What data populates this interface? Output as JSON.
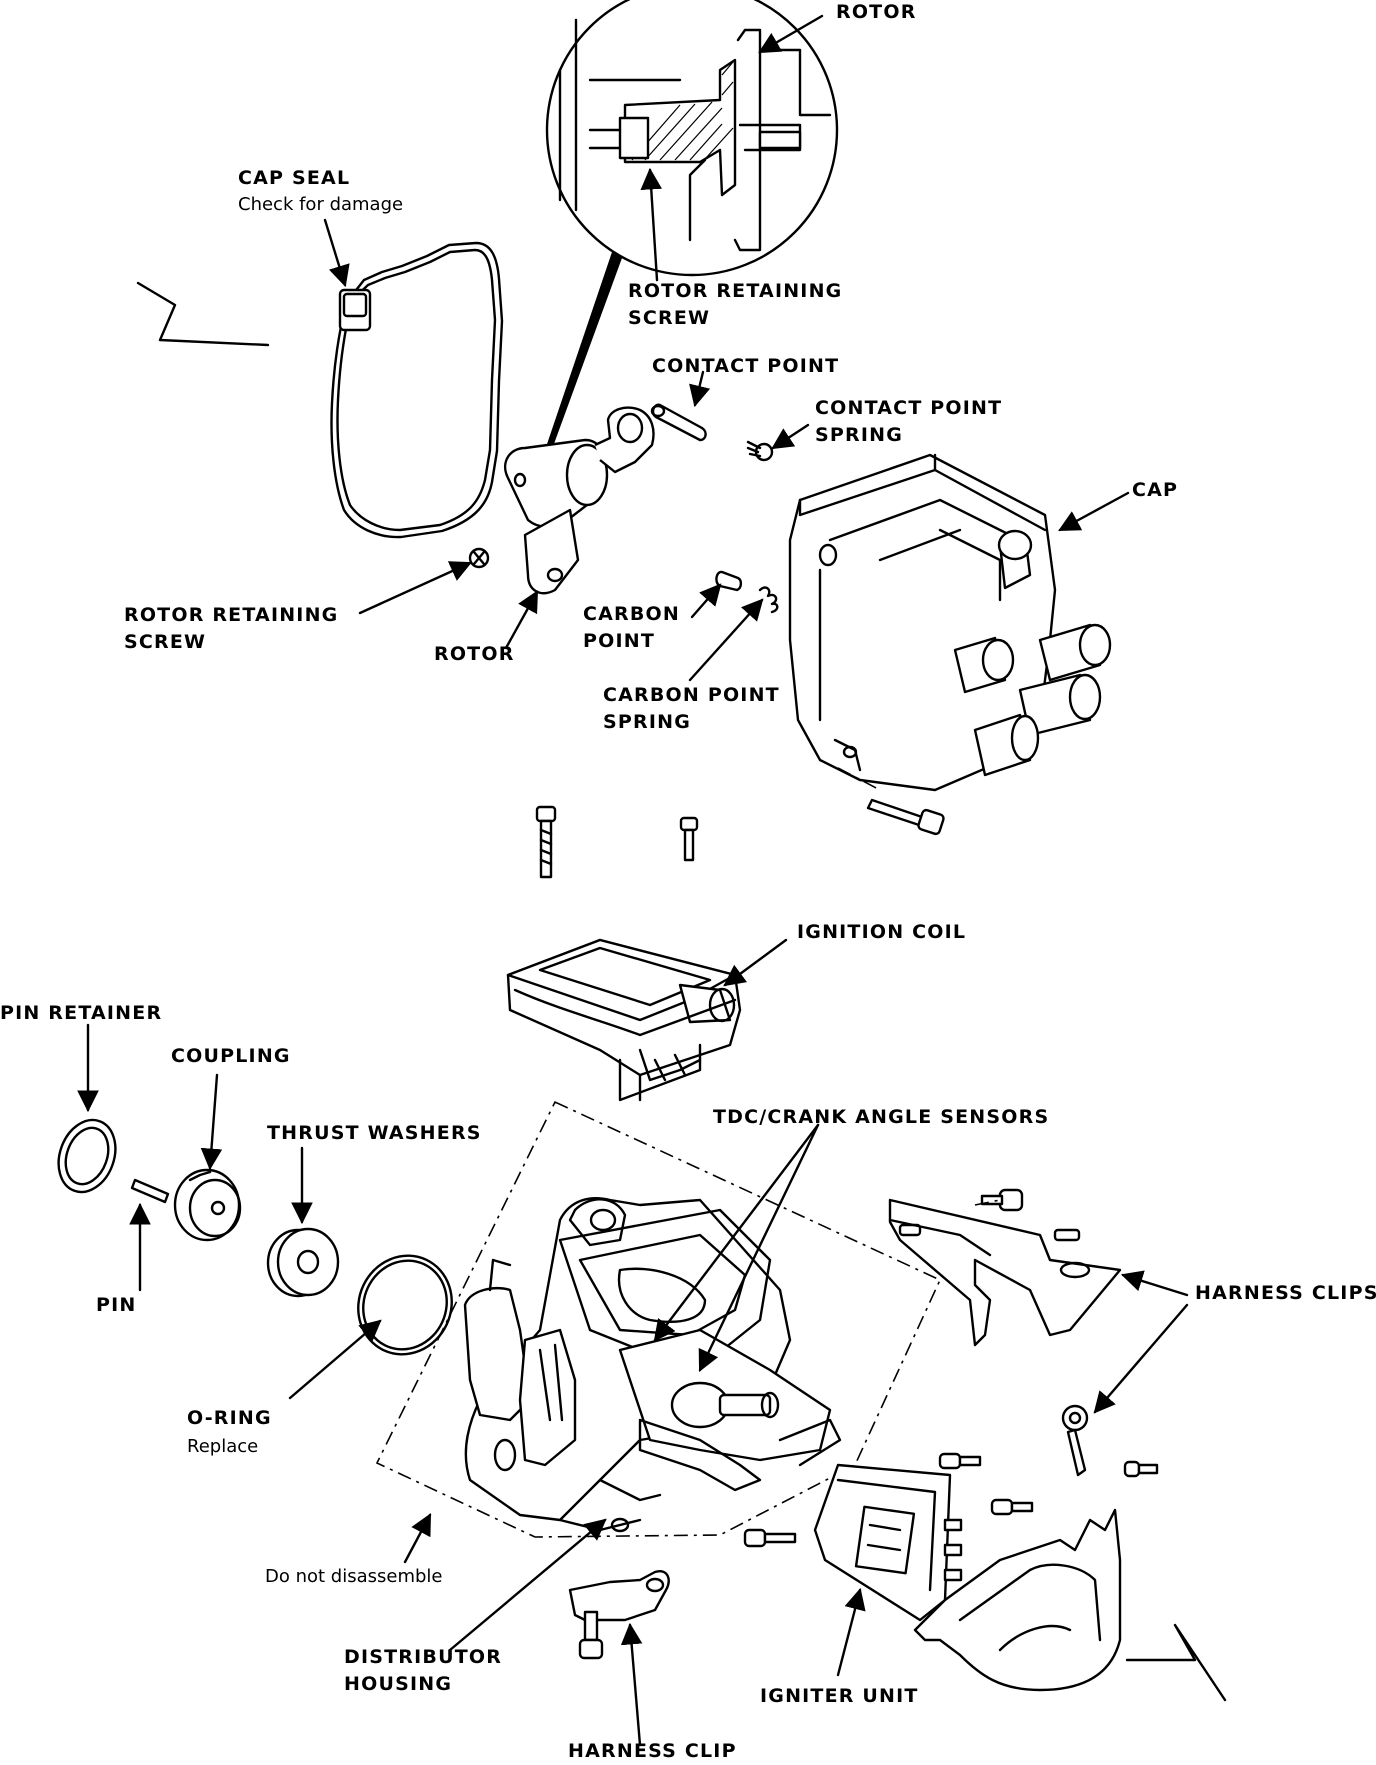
{
  "labels": {
    "rotor_detail": "ROTOR",
    "cap_seal": "CAP SEAL",
    "cap_seal_note": "Check for damage",
    "rotor_retaining_screw_detail": [
      "ROTOR RETAINING",
      "SCREW"
    ],
    "contact_point": "CONTACT POINT",
    "contact_point_spring": [
      "CONTACT POINT",
      "SPRING"
    ],
    "cap": "CAP",
    "rotor_retaining_screw": [
      "ROTOR RETAINING",
      "SCREW"
    ],
    "rotor": "ROTOR",
    "carbon_point": [
      "CARBON",
      "POINT"
    ],
    "carbon_point_spring": [
      "CARBON POINT",
      "SPRING"
    ],
    "ignition_coil": "IGNITION COIL",
    "pin_retainer": "PIN RETAINER",
    "coupling": "COUPLING",
    "thrust_washers": "THRUST WASHERS",
    "tdc_crank_angle_sensors": "TDC/CRANK ANGLE SENSORS",
    "pin": "PIN",
    "harness_clips": "HARNESS CLIPS",
    "o_ring": "O-RING",
    "o_ring_note": "Replace",
    "do_not_disassemble": "Do not disassemble",
    "distributor_housing": [
      "DISTRIBUTOR",
      "HOUSING"
    ],
    "igniter_unit": "IGNITER UNIT",
    "harness_clip": "HARNESS CLIP"
  },
  "line_color": "#000000",
  "background_color": "#ffffff"
}
